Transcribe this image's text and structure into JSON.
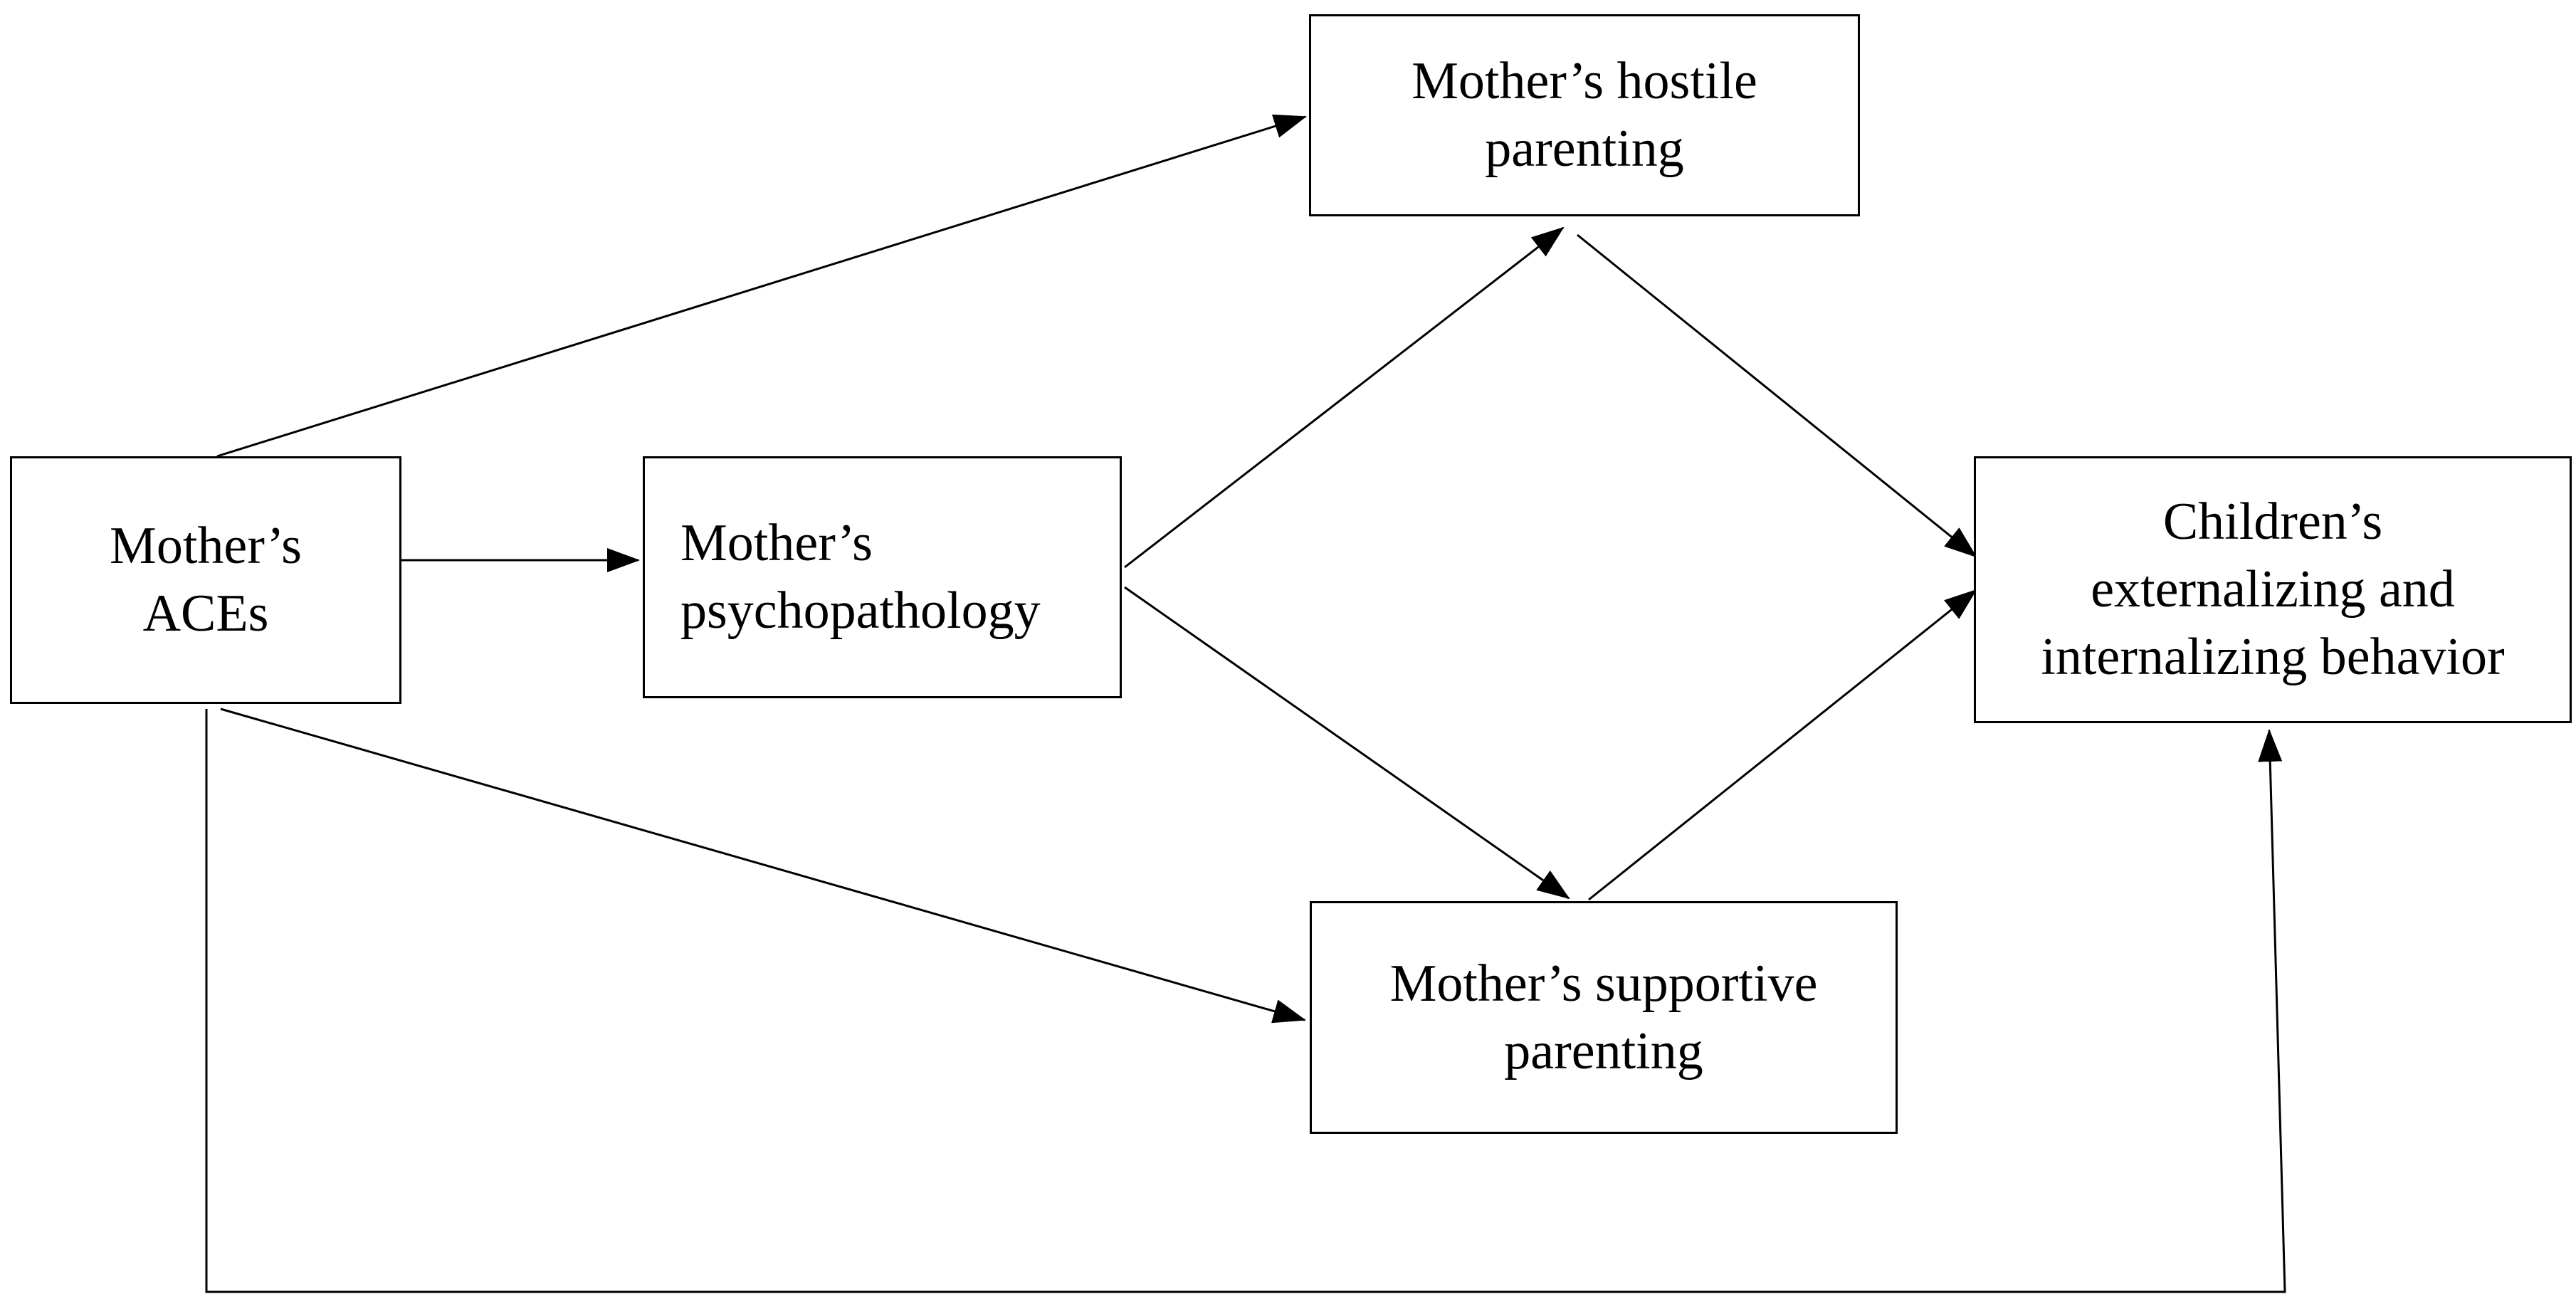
{
  "nodes": {
    "aces": "Mother’s\nACEs",
    "psychopathology": "Mother’s\npsychopathology",
    "hostile_parenting": "Mother’s hostile\nparenting",
    "supportive_parenting": "Mother’s supportive\nparenting",
    "children_behavior": "Children’s\nexternalizing and\ninternalizing behavior"
  },
  "edges": [
    {
      "from": "aces",
      "to": "hostile_parenting"
    },
    {
      "from": "aces",
      "to": "psychopathology"
    },
    {
      "from": "aces",
      "to": "supportive_parenting"
    },
    {
      "from": "aces",
      "to": "children_behavior"
    },
    {
      "from": "psychopathology",
      "to": "hostile_parenting"
    },
    {
      "from": "psychopathology",
      "to": "supportive_parenting"
    },
    {
      "from": "hostile_parenting",
      "to": "children_behavior"
    },
    {
      "from": "supportive_parenting",
      "to": "children_behavior"
    }
  ],
  "colors": {
    "line": "#000000",
    "box_border": "#000000",
    "background": "#ffffff"
  }
}
